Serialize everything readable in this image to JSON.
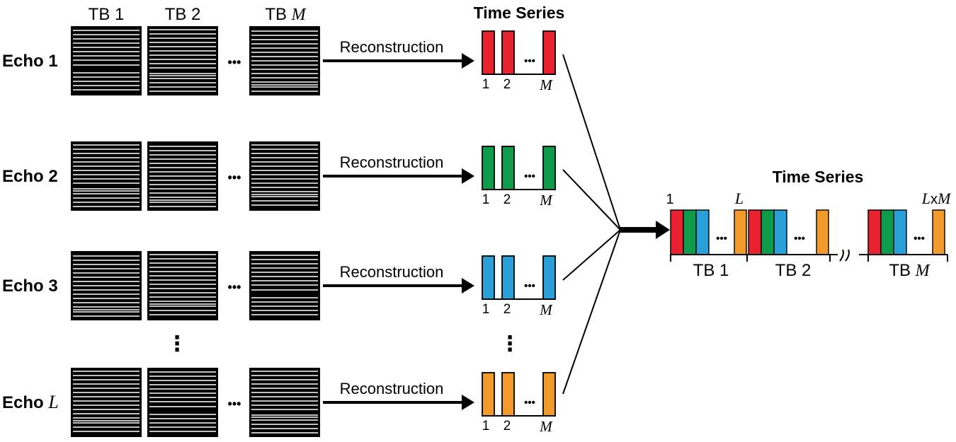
{
  "colors": {
    "echo1": "#e8232f",
    "echo2": "#0f9b4c",
    "echo3": "#2b9fd8",
    "echoL": "#f39a2d",
    "kspace_bg": "#000000",
    "kspace_line": "#ffffff",
    "stroke": "#000000"
  },
  "columns": {
    "tb1": "TB 1",
    "tb2": "TB 2",
    "tbm_prefix": "TB ",
    "tbm_var": "M"
  },
  "echoes": [
    {
      "label": "Echo 1",
      "arrow_label": "Reconstruction",
      "color_key": "echo1",
      "lines_variant": 0
    },
    {
      "label": "Echo 2",
      "arrow_label": "Reconstruction",
      "color_key": "echo2",
      "lines_variant": 1
    },
    {
      "label": "Echo 3",
      "arrow_label": "Reconstruction",
      "color_key": "echo3",
      "lines_variant": 2
    },
    {
      "label_prefix": "Echo ",
      "label_var": "L",
      "arrow_label": "Reconstruction",
      "color_key": "echoL",
      "lines_variant": 3
    }
  ],
  "small_series": {
    "title": "Time Series",
    "tick1": "1",
    "tick2": "2",
    "tickM": "M",
    "ellipsis": "•••"
  },
  "vertical_ellipsis": "⋮",
  "combined_series": {
    "title": "Time Series",
    "label_first": "1",
    "label_L": "L",
    "label_LxM_var1": "L",
    "label_LxM_x": "x",
    "label_LxM_var2": "M",
    "tb1": "TB 1",
    "tb2": "TB 2",
    "tbm_prefix": "TB ",
    "tbm_var": "M",
    "ellipsis": "•••"
  }
}
